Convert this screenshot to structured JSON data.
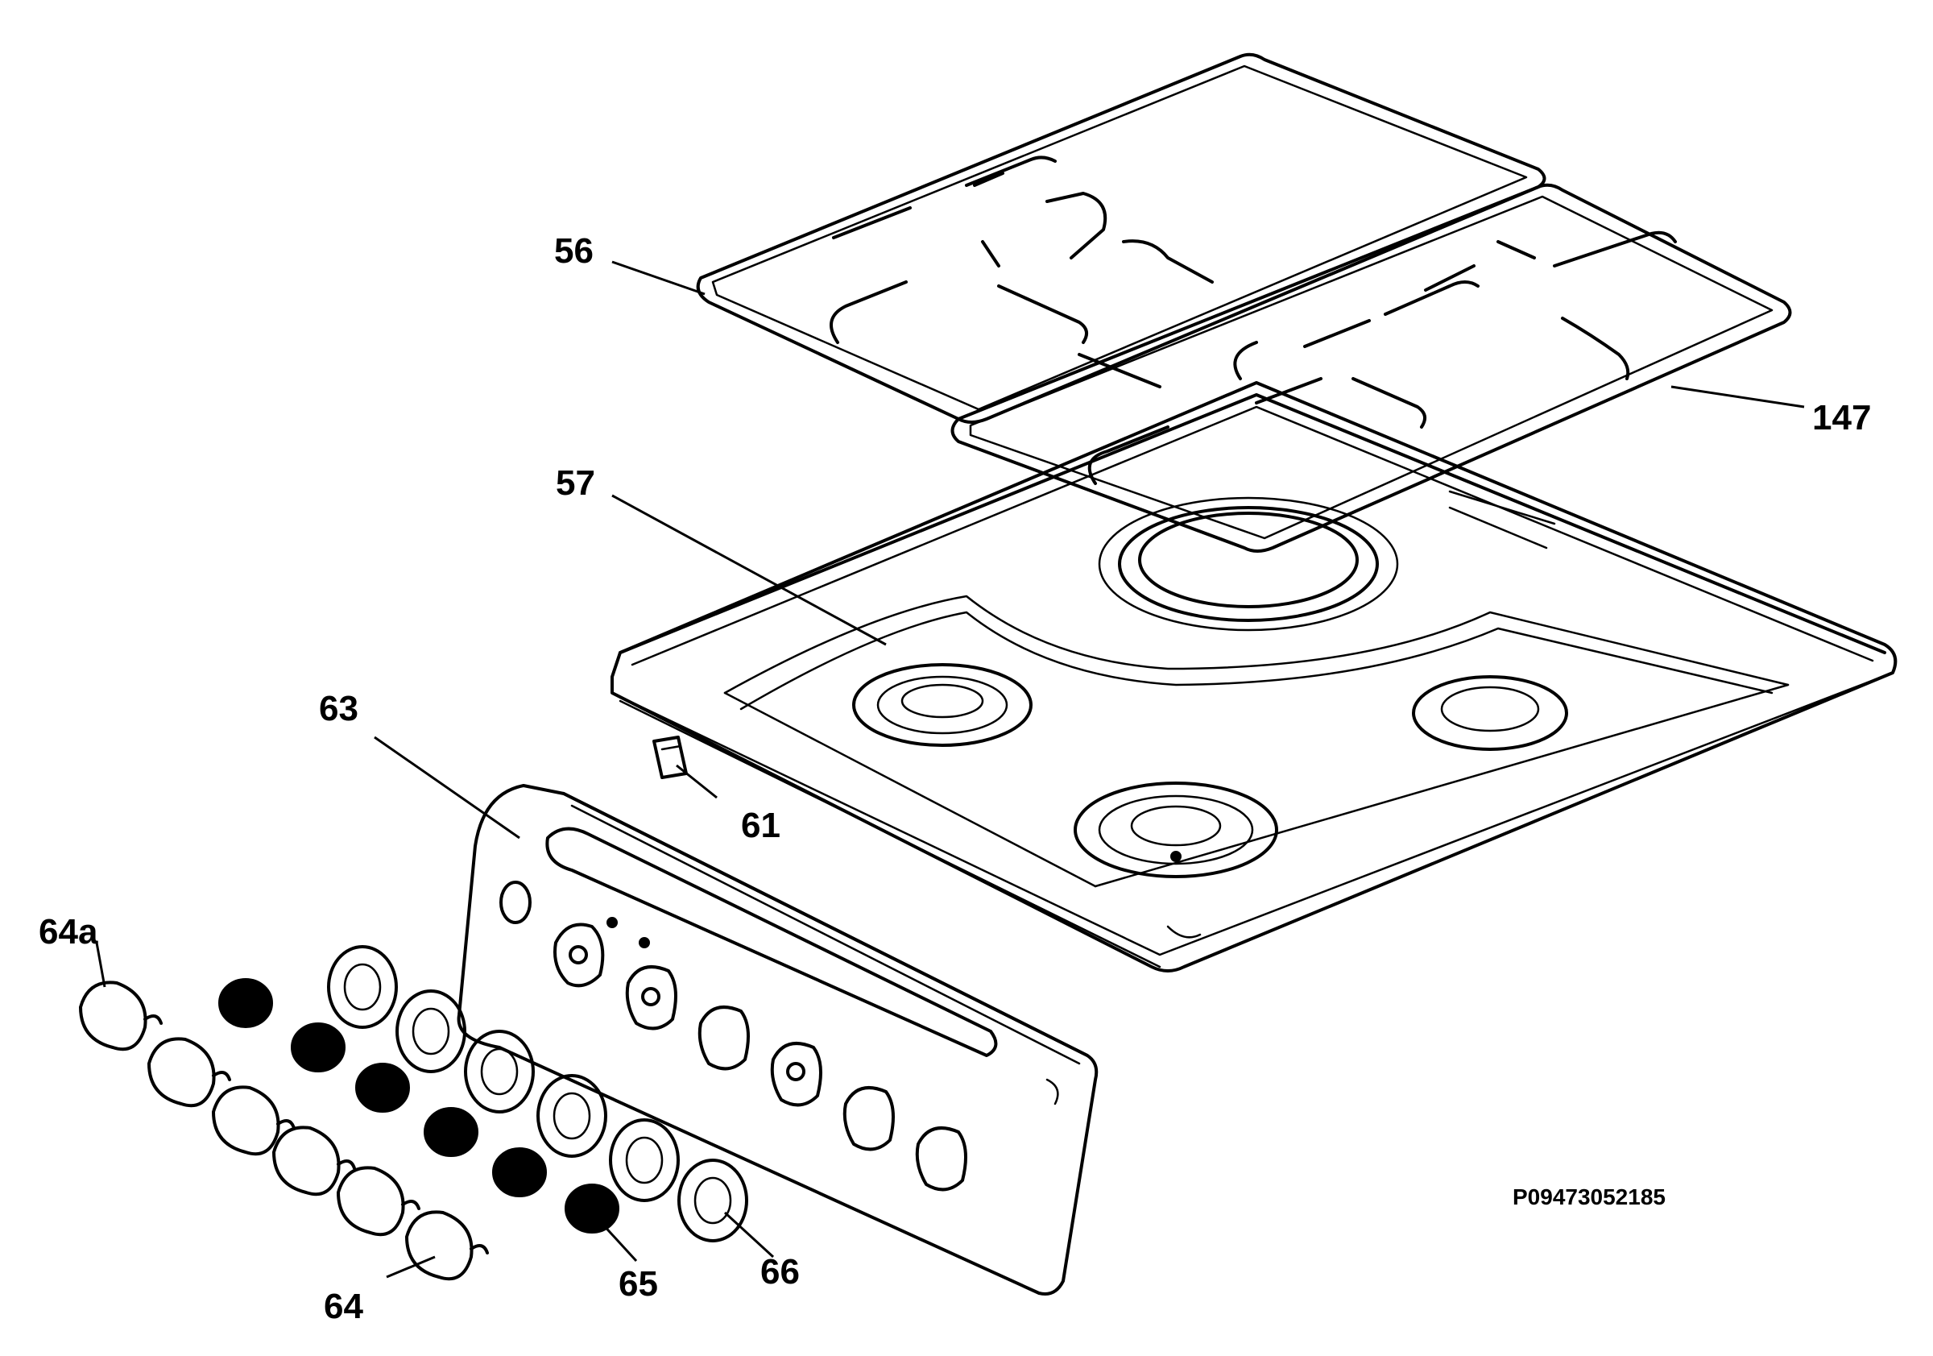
{
  "diagram": {
    "part_labels": {
      "p56": "56",
      "p147": "147",
      "p57": "57",
      "p63": "63",
      "p61": "61",
      "p64a": "64a",
      "p64": "64",
      "p65": "65",
      "p66": "66"
    },
    "drawing_id": "P09473052185"
  }
}
